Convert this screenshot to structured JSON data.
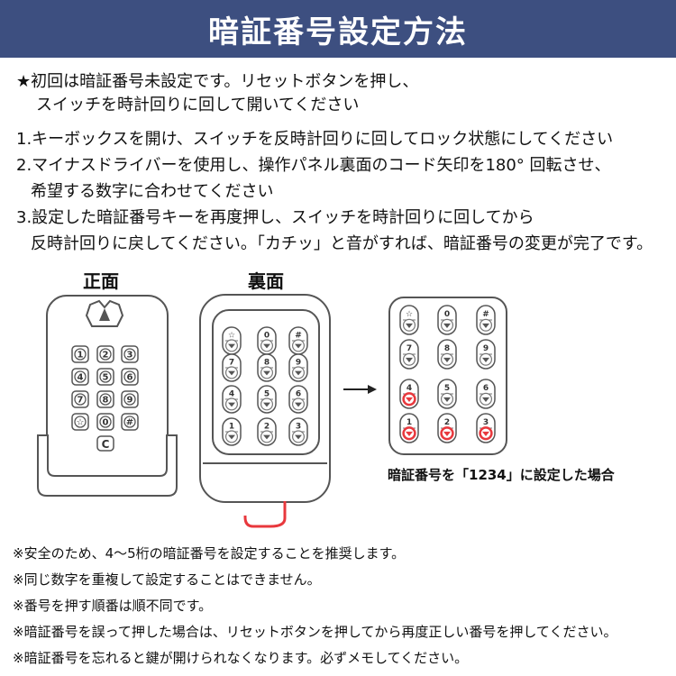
{
  "title": "暗証番号設定方法",
  "intro": {
    "line1": "★初回は暗証番号未設定です。リセットボタンを押し、",
    "line2": "スイッチを時計回りに回して開いてください"
  },
  "steps": [
    {
      "line1": "1.キーボックスを開け、スイッチを反時計回りに回してロック状態にしてください",
      "line2": ""
    },
    {
      "line1": "2.マイナスドライバーを使用し、操作パネル裏面のコード矢印を180° 回転させ、",
      "line2": "希望する数字に合わせてください"
    },
    {
      "line1": "3.設定した暗証番号キーを再度押し、スイッチを時計回りに回してから",
      "line2": "反時計回りに戻してください。「カチッ」と音がすれば、暗証番号の変更が完了です。"
    }
  ],
  "labels": {
    "front": "正面",
    "back": "裏面"
  },
  "front_keypad": {
    "rows": [
      [
        "1",
        "2",
        "3"
      ],
      [
        "4",
        "5",
        "6"
      ],
      [
        "7",
        "8",
        "9"
      ],
      [
        "☆",
        "0",
        "#"
      ]
    ],
    "clear_key": "C"
  },
  "back_keypad": {
    "rows": [
      [
        "☆",
        "0",
        "#"
      ],
      [
        "7",
        "8",
        "9"
      ],
      [
        "4",
        "5",
        "6"
      ],
      [
        "1",
        "2",
        "3"
      ]
    ]
  },
  "result_keypad": {
    "rows": [
      [
        "☆",
        "0",
        "#"
      ],
      [
        "7",
        "8",
        "9"
      ],
      [
        "4",
        "5",
        "6"
      ],
      [
        "1",
        "2",
        "3"
      ]
    ],
    "highlighted": [
      "1",
      "2",
      "3",
      "4"
    ],
    "highlight_color": "#e8383d"
  },
  "caption": "暗証番号を「1234」に設定した場合",
  "notes": [
    "※安全のため、4～5桁の暗証番号を設定することを推奨します。",
    "※同じ数字を重複して設定することはできません。",
    "※番号を押す順番は順不同です。",
    "※暗証番号を誤って押した場合は、リセットボタンを押してから再度正しい番号を押してください。",
    "※暗証番号を忘れると鍵が開けられなくなります。必ずメモしてください。"
  ],
  "colors": {
    "banner": "#3d4f80",
    "outline": "#555555",
    "cord": "#e8383d"
  }
}
